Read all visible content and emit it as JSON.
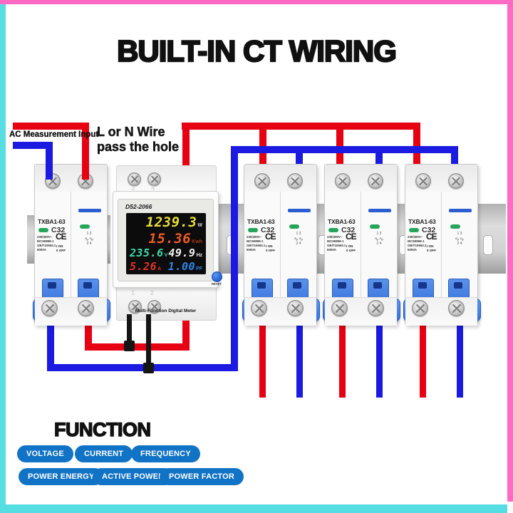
{
  "page": {
    "title": "BUILT-IN CT WIRING",
    "frame": {
      "pink": "#ff6bc4",
      "cyan": "#55dde2"
    }
  },
  "annotations": {
    "ac_input": "AC Measurement Input",
    "hole_line1": "L or N Wire",
    "hole_line2": "pass the hole"
  },
  "wire_colors": {
    "live": "#e60012",
    "neutral": "#1a1ae0",
    "meter_sense": "#151515"
  },
  "meter": {
    "model": "D52-2066",
    "caption": "Multi-Function Digital Meter",
    "reset_label": "RESET",
    "top_terminals": [
      "3",
      "4"
    ],
    "bottom_terminals": [
      "1",
      "2"
    ],
    "display": {
      "power": {
        "value": "1239.3",
        "unit": "W",
        "color": "#eadf35"
      },
      "energy": {
        "value": "15.36",
        "unit": "Kwh",
        "color": "#f15a24"
      },
      "voltage": {
        "value": "235.6",
        "unit": "V",
        "color": "#3bd9ab"
      },
      "frequency": {
        "value": "49.9",
        "unit": "Hz",
        "color": "#f2f2f2"
      },
      "current": {
        "value": "5.26",
        "unit": "A",
        "color": "#e5332a"
      },
      "power_factor": {
        "value": "1.00",
        "unit": "PF",
        "color": "#2f84ea"
      }
    }
  },
  "breaker": {
    "model": "TXBA1-63",
    "rating": "C32",
    "specs": [
      "230/400V~",
      "IEC60898-1",
      "GB/T10963.1",
      "6000A"
    ],
    "ce_mark": "CE",
    "on_label": "I ON",
    "off_label": "0 OFF",
    "contacts_top": "1  3",
    "contacts_squiggle": "∿∿",
    "contacts_bottom": "2  4"
  },
  "function_section": {
    "heading": "FUNCTION",
    "button_color": "#1173c5",
    "buttons": [
      "VOLTAGE",
      "CURRENT",
      "FREQUENCY",
      "POWER ENERGY",
      "ACTIVE POWER",
      "POWER FACTOR"
    ]
  }
}
